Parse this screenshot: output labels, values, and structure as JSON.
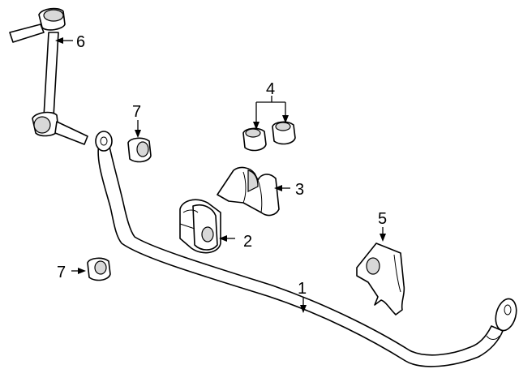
{
  "callouts": {
    "bar": "1",
    "bushing": "2",
    "insulator": "3",
    "nuts": "4",
    "bracket": "5",
    "link": "6",
    "nut_upper": "7",
    "nut_lower": "7"
  }
}
